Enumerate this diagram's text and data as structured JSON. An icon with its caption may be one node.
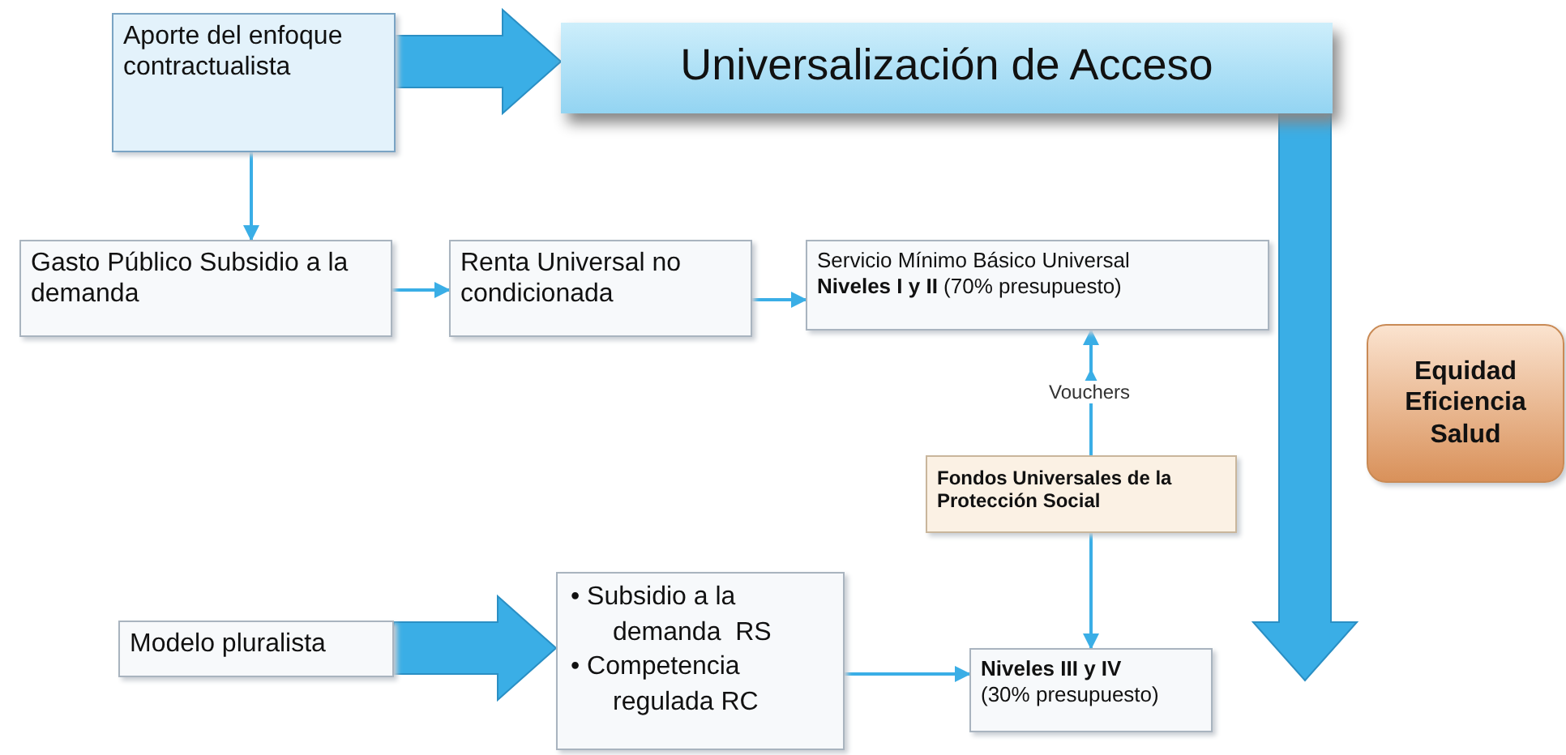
{
  "diagram": {
    "nodes": [
      {
        "text": [
          "Aporte del enfoque contractualista"
        ]
      },
      {
        "text": [
          "Universalización de Acceso"
        ]
      },
      {
        "text": [
          "Gasto Público Subsidio a la demanda"
        ]
      },
      {
        "text": [
          "Renta Universal no condicionada"
        ]
      },
      {
        "text": [
          "Servicio Mínimo  Básico Universal",
          "**Niveles I y II**   (70% presupuesto)"
        ]
      },
      {
        "text": [
          "Equidad Eficiencia Salud"
        ]
      },
      {
        "text": [
          "Fondos Universales de la Protección Social"
        ]
      },
      {
        "text": [
          "Modelo pluralista"
        ]
      },
      {
        "text": [
          "• Subsidio a la demanda  RS",
          "• Competencia regulada RC"
        ]
      },
      {
        "text": [
          "**Niveles III y IV**",
          "(30% presupuesto)"
        ]
      }
    ],
    "edges": [
      {
        "from": 0,
        "to": 1,
        "arrow": "to",
        "style": "thick"
      },
      {
        "from": 0,
        "to": 2,
        "arrow": "to"
      },
      {
        "from": 2,
        "to": 3,
        "arrow": "to"
      },
      {
        "from": 3,
        "to": 4,
        "arrow": "to"
      },
      {
        "from": 6,
        "to": 4,
        "arrow": "to",
        "label": "Vouchers"
      },
      {
        "from": 6,
        "to": 9,
        "arrow": "to"
      },
      {
        "from": 7,
        "to": 8,
        "arrow": "to",
        "style": "thick"
      },
      {
        "from": 8,
        "to": 9,
        "arrow": "to"
      },
      {
        "from": 1,
        "to": null,
        "arrow": "to",
        "style": "thick"
      }
    ]
  }
}
